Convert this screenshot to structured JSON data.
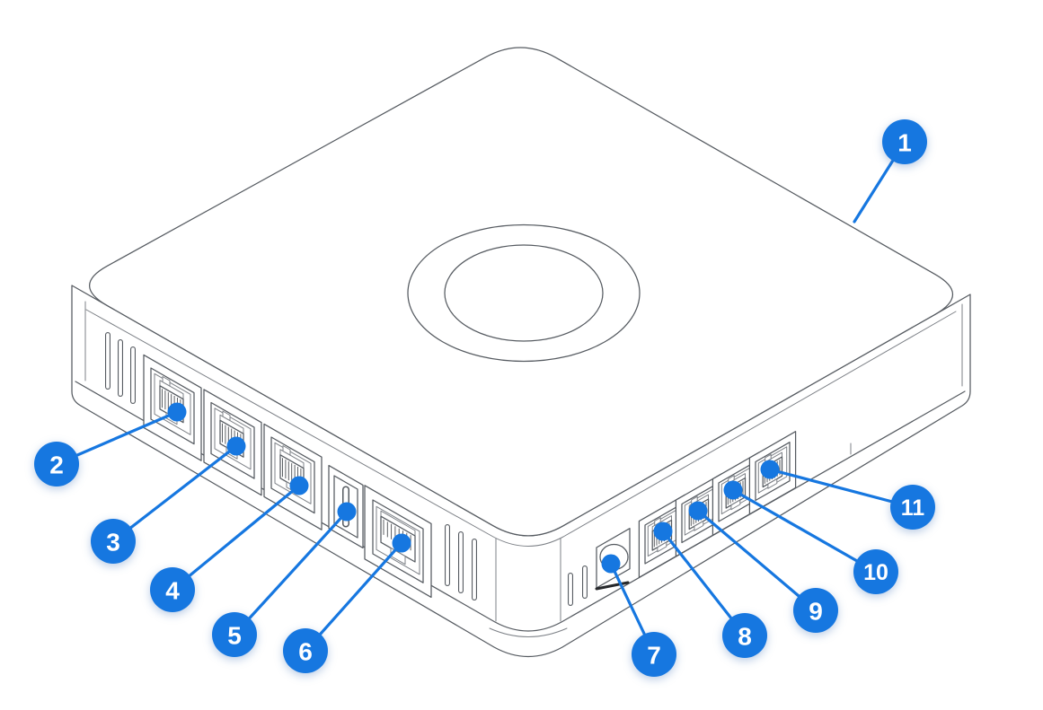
{
  "diagram": {
    "description": "Isometric line drawing of a square smart-home hub viewed from above-front, with LED ring on top, ports on the two front faces and numbered blue callouts",
    "device": "hub"
  },
  "colors": {
    "accent": "#1677E0",
    "line": "#565B61",
    "background": "#FFFFFF"
  },
  "callouts": [
    {
      "label": "1",
      "target": "top-cover"
    },
    {
      "label": "2",
      "target": "rj-port-1"
    },
    {
      "label": "3",
      "target": "rj-port-2"
    },
    {
      "label": "4",
      "target": "rj-port-3"
    },
    {
      "label": "5",
      "target": "small-slot"
    },
    {
      "label": "6",
      "target": "ethernet-port"
    },
    {
      "label": "7",
      "target": "power-jack"
    },
    {
      "label": "8",
      "target": "rj-port-4"
    },
    {
      "label": "9",
      "target": "rj-port-5"
    },
    {
      "label": "10",
      "target": "rj-port-6"
    },
    {
      "label": "11",
      "target": "rj-port-7"
    }
  ]
}
